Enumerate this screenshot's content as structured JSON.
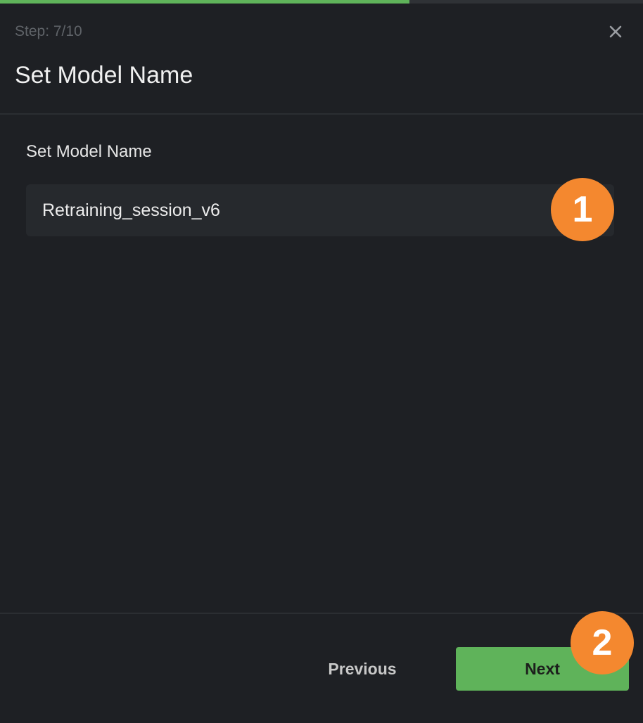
{
  "progress": {
    "fraction": 0.7,
    "fill_color": "#5fb35a"
  },
  "header": {
    "step_label": "Step: 7/10",
    "title": "Set Model Name",
    "close_icon": "close-x-icon"
  },
  "form": {
    "label": "Set Model Name",
    "value": "Retraining_session_v6"
  },
  "footer": {
    "previous_label": "Previous",
    "next_label": "Next",
    "next_color": "#5fb35a"
  },
  "annotations": [
    {
      "label": "1",
      "color": "#f4882f"
    },
    {
      "label": "2",
      "color": "#f4882f"
    }
  ]
}
